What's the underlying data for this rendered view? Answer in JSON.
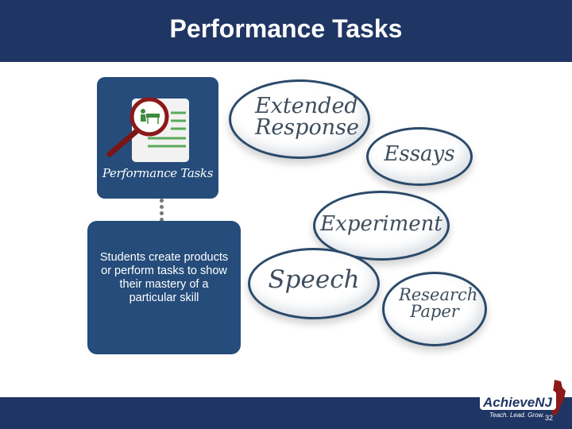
{
  "slide": {
    "title": "Performance Tasks",
    "page_number": "32"
  },
  "icon_card": {
    "caption": "Performance Tasks",
    "icon": "magnifier-document-icon"
  },
  "description": {
    "text": "Students create products or perform tasks to show their mastery of a particular skill"
  },
  "bubbles": {
    "extended_response": "Extended Response",
    "essays": "Essays",
    "experiment": "Experiment",
    "speech": "Speech",
    "research_paper": "Research Paper"
  },
  "logo": {
    "name": "AchieveNJ",
    "tagline": "Teach. Lead. Grow."
  },
  "colors": {
    "header_bg": "#1f3564",
    "card_bg": "#254c7a",
    "bubble_border": "#2b4a6a",
    "accent_red": "#8b1a1a",
    "icon_green": "#5aa95a"
  }
}
